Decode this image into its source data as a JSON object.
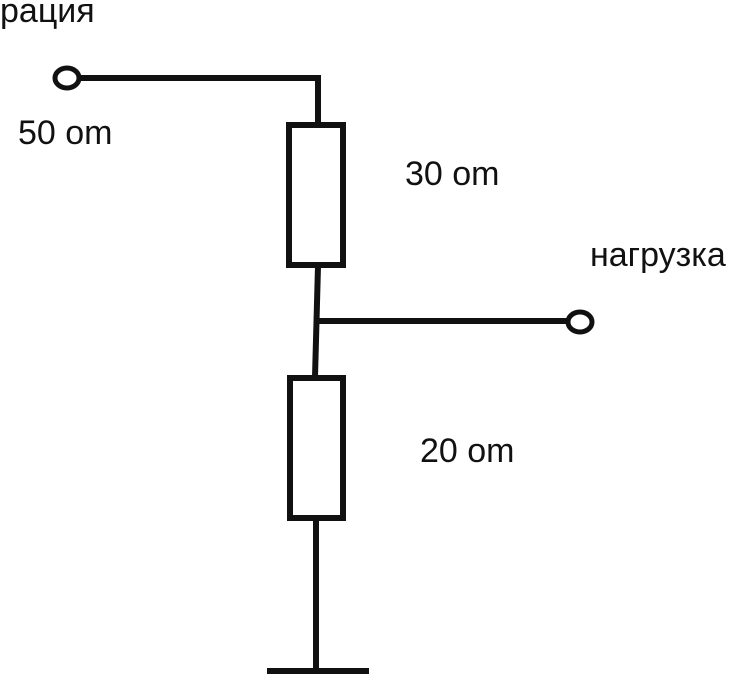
{
  "labels": {
    "source": "рация",
    "source_impedance": "50 om",
    "r1": "30 om",
    "load": "нагрузка",
    "r2": "20 om"
  },
  "colors": {
    "wire": "#111111",
    "background": "#ffffff"
  }
}
